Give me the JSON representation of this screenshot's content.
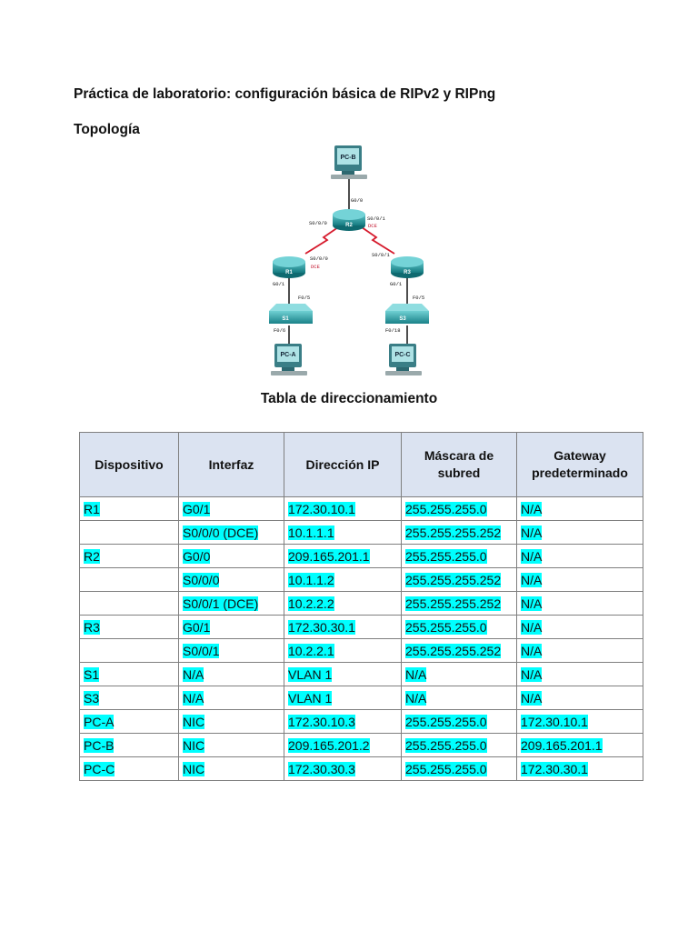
{
  "doc": {
    "title": "Práctica de laboratorio: configuración básica de RIPv2 y RIPng",
    "topology_heading": "Topología",
    "table_caption": "Tabla de direccionamiento"
  },
  "topology": {
    "devices": {
      "pcb": "PC-B",
      "r2": "R2",
      "r1": "R1",
      "r3": "R3",
      "s1": "S1",
      "s3": "S3",
      "pca": "PC-A",
      "pcc": "PC-C"
    },
    "links": {
      "r2_g0_0": "G0/0",
      "r2_s0_0_0": "S0/0/0",
      "r2_s0_0_1": "S0/0/1",
      "r2_dce": "DCE",
      "r1_s0_0_0": "S0/0/0",
      "r1_dce": "DCE",
      "r3_s0_0_1": "S0/0/1",
      "r1_g0_1": "G0/1",
      "r3_g0_1": "G0/1",
      "s1_f0_5": "F0/5",
      "s1_f0_6": "F0/6",
      "s3_f0_5": "F0/5",
      "s3_f0_18": "F0/18"
    },
    "colors": {
      "serial_link": "#d61b2d",
      "dce_text": "#c2112a",
      "device": "#1e8f95",
      "pc": "#2f6f78"
    }
  },
  "table": {
    "headers": [
      "Dispositivo",
      "Interfaz",
      "Dirección IP",
      "Máscara de subred",
      "Gateway predeterminado"
    ],
    "rows": [
      [
        "R1",
        "G0/1",
        "172.30.10.1",
        "255.255.255.0",
        "N/A"
      ],
      [
        "",
        "S0/0/0 (DCE)",
        "10.1.1.1",
        "255.255.255.252",
        "N/A"
      ],
      [
        "R2",
        "G0/0",
        "209.165.201.1",
        "255.255.255.0",
        "N/A"
      ],
      [
        "",
        "S0/0/0",
        "10.1.1.2",
        "255.255.255.252",
        "N/A"
      ],
      [
        "",
        "S0/0/1 (DCE)",
        "10.2.2.2",
        "255.255.255.252",
        "N/A"
      ],
      [
        "R3",
        "G0/1",
        "172.30.30.1",
        "255.255.255.0",
        "N/A"
      ],
      [
        "",
        "S0/0/1",
        "10.2.2.1",
        "255.255.255.252",
        "N/A"
      ],
      [
        "S1",
        "N/A",
        "VLAN 1",
        "N/A",
        "N/A"
      ],
      [
        "S3",
        "N/A",
        "VLAN 1",
        "N/A",
        "N/A"
      ],
      [
        "PC-A",
        "NIC",
        "172.30.10.3",
        "255.255.255.0",
        "172.30.10.1"
      ],
      [
        "PC-B",
        "NIC",
        "209.165.201.2",
        "255.255.255.0",
        "209.165.201.1"
      ],
      [
        "PC-C",
        "NIC",
        "172.30.30.3",
        "255.255.255.0",
        "172.30.30.1"
      ]
    ],
    "highlight_color": "#00ffff",
    "header_color": "#dbe3f1"
  }
}
